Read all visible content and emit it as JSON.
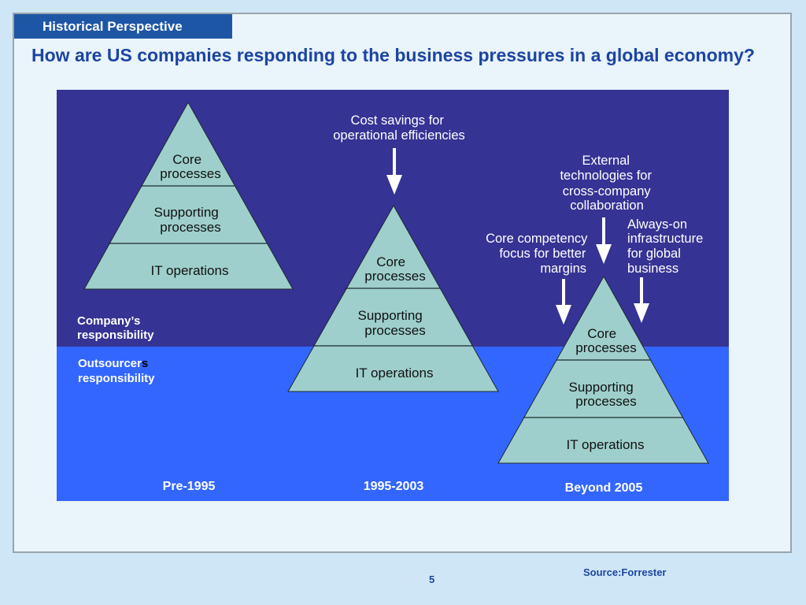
{
  "header": {
    "section_tab": "Historical Perspective",
    "title": "How are US companies responding to the business pressures in a global economy?"
  },
  "colors": {
    "dark_band": "#353394",
    "light_band": "#3366ff",
    "pyramid_fill": "#9ecfcc",
    "accent_text": "#1c45a0"
  },
  "zones": {
    "company": [
      "Company’s",
      "responsibility"
    ],
    "outsourcer": [
      "Outsourcer",
      "s",
      "responsibility"
    ]
  },
  "pyramids": [
    {
      "period": "Pre-1995",
      "layers": [
        [
          "Core",
          "processes"
        ],
        [
          "Supporting",
          "processes"
        ],
        [
          "IT operations"
        ]
      ]
    },
    {
      "period": "1995-2003",
      "layers": [
        [
          "Core",
          "processes"
        ],
        [
          "Supporting",
          "processes"
        ],
        [
          "IT operations"
        ]
      ]
    },
    {
      "period": "Beyond 2005",
      "layers": [
        [
          "Core",
          "processes"
        ],
        [
          "Supporting",
          "processes"
        ],
        [
          "IT operations"
        ]
      ]
    }
  ],
  "drivers": {
    "cost_savings": [
      "Cost savings for",
      "operational efficiencies"
    ],
    "external_tech": [
      "External",
      "technologies for",
      "cross-company",
      "collaboration"
    ],
    "core_competency": [
      "Core competency",
      "focus for better",
      "margins"
    ],
    "always_on": [
      "Always-on",
      "infrastructure",
      "for global",
      "business"
    ]
  },
  "footer": {
    "page_number": "5",
    "source": "Source:Forrester"
  }
}
